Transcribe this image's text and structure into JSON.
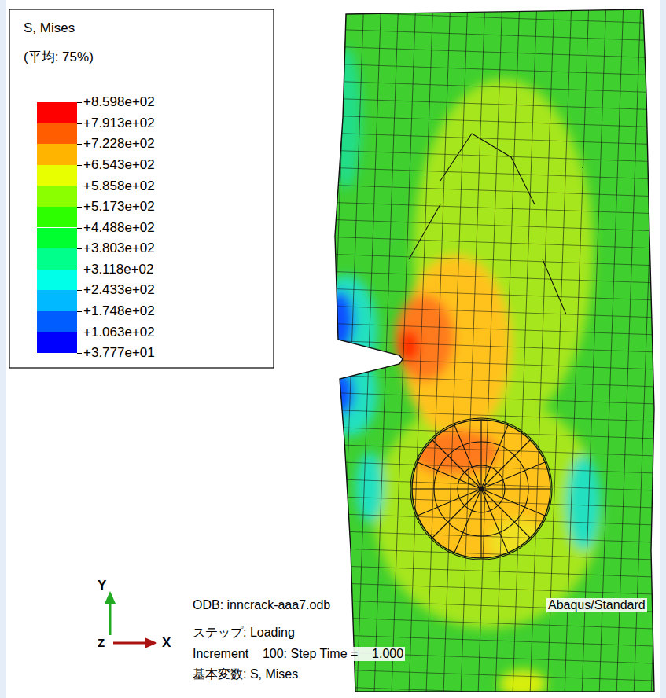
{
  "diagram": {
    "labels": [
      "S, Mises",
      "(平均: 75%)",
      "+3.777e+01",
      "Y",
      "X",
      "Z",
      "ODB: inncrack-aaa7.odb",
      "Abaqus/Standard",
      "ステップ: Loading",
      "Increment    100: Step Time =    1.000",
      "基本変数: S, Mises"
    ],
    "legend": [
      {
        "text": "+8.598e+02",
        "color": "#ff0000"
      },
      {
        "text": "+7.913e+02",
        "color": "#ff5d00"
      },
      {
        "text": "+7.228e+02",
        "color": "#ffb400"
      },
      {
        "text": "+6.543e+02",
        "color": "#e8ff00"
      },
      {
        "text": "+5.858e+02",
        "color": "#8bff00"
      },
      {
        "text": "+5.173e+02",
        "color": "#2eff00"
      },
      {
        "text": "+4.488e+02",
        "color": "#00ff2e"
      },
      {
        "text": "+3.803e+02",
        "color": "#00ff8b"
      },
      {
        "text": "+3.118e+02",
        "color": "#00ffe8"
      },
      {
        "text": "+2.433e+02",
        "color": "#00b9ff"
      },
      {
        "text": "+1.748e+02",
        "color": "#005dff"
      },
      {
        "text": "+1.063e+02",
        "color": "#0000ff"
      }
    ]
  }
}
